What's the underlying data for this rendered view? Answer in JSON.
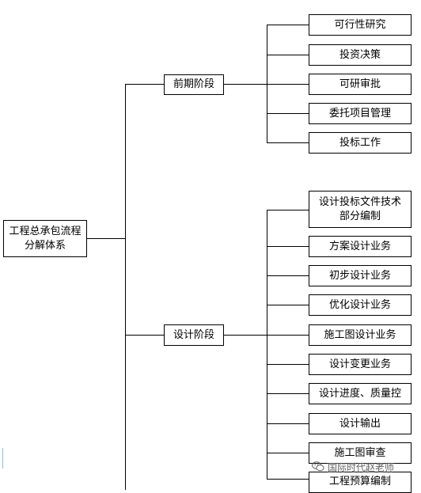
{
  "root": {
    "label": "工程总承包流程分解体系"
  },
  "stages": [
    {
      "label": "前期阶段",
      "items": [
        "可行性研究",
        "投资决策",
        "可研审批",
        "委托项目管理",
        "投标工作"
      ]
    },
    {
      "label": "设计阶段",
      "items": [
        "设计投标文件技术部分编制",
        "方案设计业务",
        "初步设计业务",
        "优化设计业务",
        "施工图设计业务",
        "设计变更业务",
        "设计进度、质量控",
        "设计输出",
        "施工图审查",
        "工程预算编制"
      ]
    }
  ],
  "watermark": {
    "text": "国际时代赵老师",
    "icon": "wechat-icon"
  }
}
